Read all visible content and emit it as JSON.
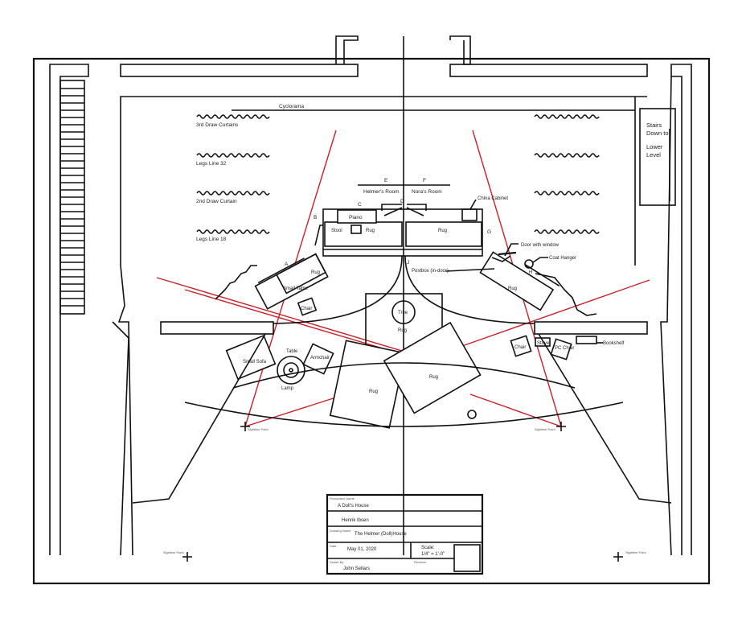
{
  "labels": {
    "cyclorama": "Cyclorama",
    "third_draw": "3rd Draw  Curtains",
    "legs_32": "Legs   Line 32",
    "second_draw": "2nd Draw  Curtain",
    "legs_18": "Legs   Line 18",
    "stairs": [
      "Stairs",
      "Down to",
      "Lower",
      "Level"
    ],
    "helmer_room": "Helmer's Room",
    "nora_room": "Nora's Room",
    "china_cabinet": "China Cabinet",
    "piano": "Piano",
    "stool": "Stool",
    "rug": "Rug",
    "door_window": "Door with window",
    "coat_hanger": "Coat Hanger",
    "postbox": "Postbox (in-door)",
    "small_table": "Small Table",
    "chair": "Chair",
    "tree": "Tree",
    "small_sofa": "Small Sofa",
    "table": "Table",
    "lamp": "Lamp",
    "armchair": "Armchair",
    "stove": "Stove",
    "pc_chair": "PC Chair",
    "bookshelf": "Bookshelf",
    "sightline_point": "Sightline Point",
    "letters": {
      "a": "A",
      "b": "B",
      "c": "C",
      "d": "D",
      "e": "E",
      "f": "F",
      "g": "G",
      "h": "H",
      "j": "J"
    }
  },
  "title_block": {
    "production_label": "Production Name",
    "production": "A Doll's House",
    "author": "Henrik Ibsen",
    "drawing_label": "Drawing Name",
    "drawing": "The Helmer (Doll)House",
    "date_label": "Date",
    "date": "May 01, 2020",
    "scale_label": "Scale:",
    "scale": "1/4\" = 1'-0\"",
    "drawn_by_label": "Drawn By",
    "drawn_by": "John Sellars",
    "revision_label": "Revision"
  },
  "colors": {
    "sightline": "#c8202a",
    "ink": "#111111"
  }
}
